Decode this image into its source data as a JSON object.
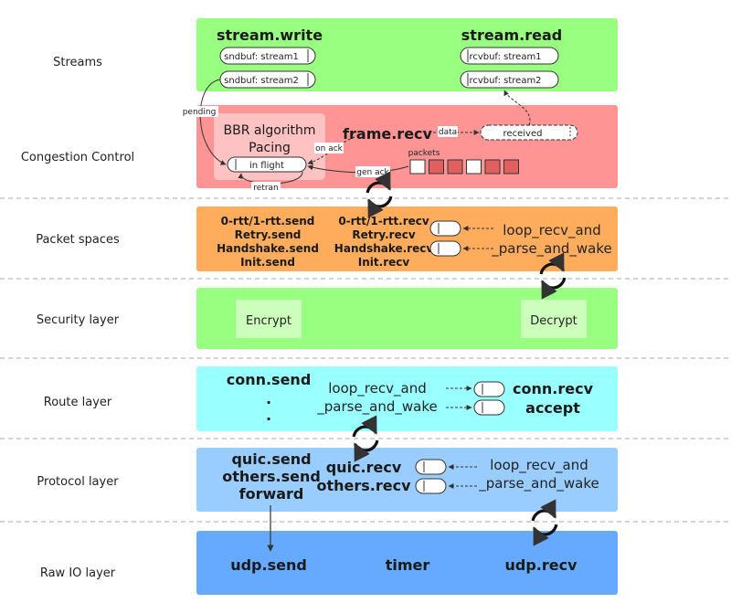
{
  "layers": {
    "streams": "Streams",
    "congestion": "Congestion Control",
    "packet_spaces": "Packet spaces",
    "security": "Security layer",
    "route": "Route layer",
    "protocol": "Protocol layer",
    "raw_io": "Raw IO layer"
  },
  "streams": {
    "write": "stream.write",
    "read": "stream.read",
    "sndbuf1": "sndbuf: stream1",
    "sndbuf2": "sndbuf: stream2",
    "rcvbuf1": "rcvbuf: stream1",
    "rcvbuf2": "rcvbuf: stream2"
  },
  "congestion": {
    "bbr": "BBR algorithm",
    "pacing": "Pacing",
    "in_flight": "in flight",
    "frame_recv": "frame.recv",
    "data": "data",
    "received": "received",
    "packets": "packets",
    "on_ack": "on ack",
    "gen_ack": "gen ack",
    "retran": "retran",
    "pending": "pending",
    "packet_colors": [
      "#ffffff",
      "#e06060",
      "#e06060",
      "#ffffff",
      "#e06060",
      "#e06060"
    ]
  },
  "packet_spaces": {
    "send": [
      "0-rtt/1-rtt.send",
      "Retry.send",
      "Handshake.send",
      "Init.send"
    ],
    "recv": [
      "0-rtt/1-rtt.recv",
      "Retry.recv",
      "Handshake.recv",
      "Init.recv"
    ],
    "loop1": "loop_recv_and",
    "loop2": "_parse_and_wake"
  },
  "security": {
    "encrypt": "Encrypt",
    "decrypt": "Decrypt"
  },
  "route": {
    "conn_send": "conn.send",
    "dot": ".",
    "loop1": "loop_recv_and",
    "loop2": "_parse_and_wake",
    "conn_recv": "conn.recv",
    "accept": "accept"
  },
  "protocol": {
    "quic_send": "quic.send",
    "others_send": "others.send",
    "forward": "forward",
    "quic_recv": "quic.recv",
    "others_recv": "others.recv",
    "loop1": "loop_recv_and",
    "loop2": "_parse_and_wake"
  },
  "raw_io": {
    "udp_send": "udp.send",
    "timer": "timer",
    "udp_recv": "udp.recv"
  },
  "colors": {
    "streams": "#99ff80",
    "congestion": "#ff9494",
    "packet_spaces": "#ffad5c",
    "security": "#99ff80",
    "route": "#9affff",
    "protocol": "#99ccff",
    "raw_io": "#66aaff"
  }
}
